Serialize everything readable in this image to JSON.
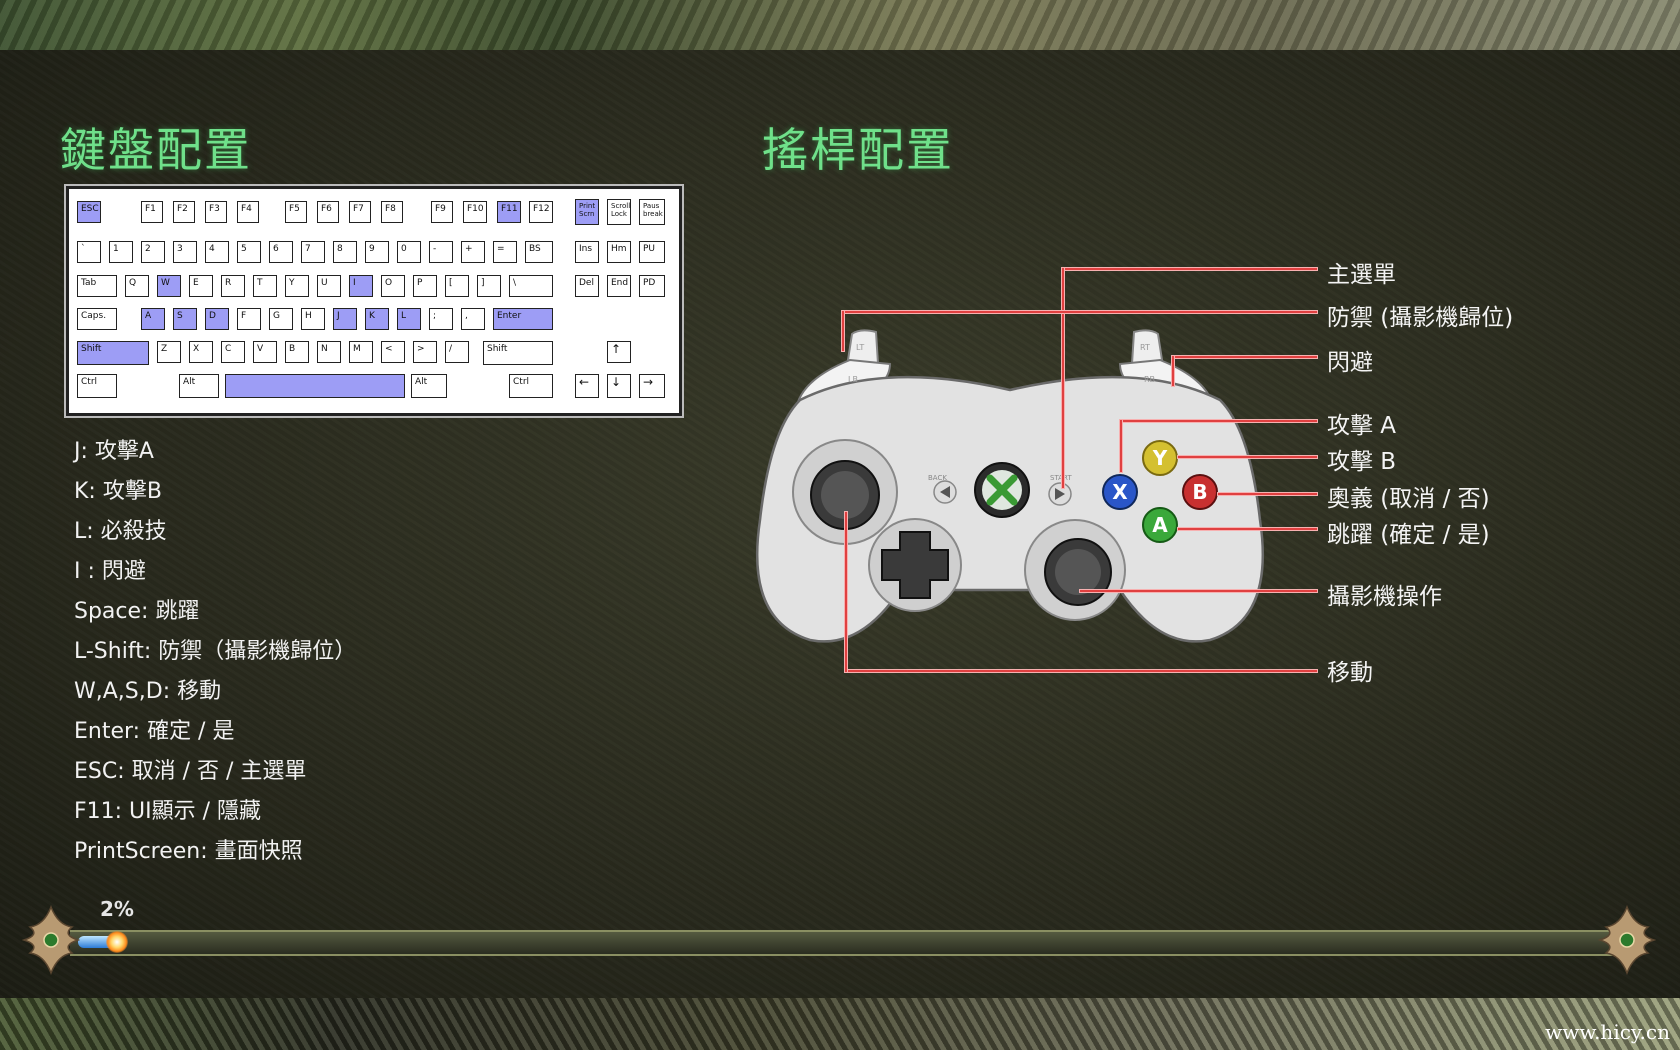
{
  "titles": {
    "keyboard": "鍵盤配置",
    "controller": "搖桿配置"
  },
  "keyboard_keys": {
    "esc": "ESC",
    "f1": "F1",
    "f2": "F2",
    "f3": "F3",
    "f4": "F4",
    "f5": "F5",
    "f6": "F6",
    "f7": "F7",
    "f8": "F8",
    "f9": "F9",
    "f10": "F10",
    "f11": "F11",
    "f12": "F12",
    "print": "Print Scrn",
    "scroll": "Scroll Lock",
    "pause": "Paus break",
    "grave": "`",
    "n1": "1",
    "n2": "2",
    "n3": "3",
    "n4": "4",
    "n5": "5",
    "n6": "6",
    "n7": "7",
    "n8": "8",
    "n9": "9",
    "n0": "0",
    "minus": "-",
    "plus": "+",
    "equal": "=",
    "bs": "BS",
    "ins": "Ins",
    "hm": "Hm",
    "pu": "PU",
    "tab": "Tab",
    "q": "Q",
    "w": "W",
    "e": "E",
    "r": "R",
    "t": "T",
    "y": "Y",
    "u": "U",
    "i": "I",
    "o": "O",
    "p": "P",
    "lbr": "[",
    "rbr": "]",
    "bsl": "\\",
    "del": "Del",
    "end": "End",
    "pd": "PD",
    "caps": "Caps.",
    "a": "A",
    "s": "S",
    "d": "D",
    "f": "F",
    "g": "G",
    "h": "H",
    "j": "J",
    "k": "K",
    "l": "L",
    "semi": ";",
    "comma": ",",
    "enter": "Enter",
    "lshift": "Shift",
    "z": "Z",
    "x": "X",
    "c": "C",
    "v": "V",
    "b": "B",
    "n": "N",
    "m": "M",
    "lt": "<",
    "gt": ">",
    "slash": "/",
    "rshift": "Shift",
    "up": "↑",
    "lctrl": "Ctrl",
    "lalt": "Alt",
    "ralt": "Alt",
    "rctrl": "Ctrl",
    "left": "←",
    "down": "↓",
    "right": "→"
  },
  "keyboard_bindings": [
    "J: 攻擊A",
    "K: 攻擊B",
    "L: 必殺技",
    "I : 閃避",
    "Space: 跳躍",
    "L-Shift: 防禦（攝影機歸位）",
    "W,A,S,D: 移動",
    "Enter: 確定 / 是",
    "ESC: 取消 / 否 / 主選單",
    "F11: UI顯示 / 隱藏",
    "PrintScreen: 畫面快照"
  ],
  "controller": {
    "labels": {
      "main_menu": "主選單",
      "guard": "防禦 (攝影機歸位)",
      "dodge": "閃避",
      "attack_a": "攻擊 A",
      "attack_b": "攻擊 B",
      "special": "奧義 (取消 / 否)",
      "jump": "跳躍 (確定 / 是)",
      "camera": "攝影機操作",
      "move": "移動"
    },
    "buttons": {
      "y": "Y",
      "x": "X",
      "b": "B",
      "a": "A",
      "lt": "LT",
      "lb": "LB",
      "rt": "RT",
      "rb": "RB",
      "back": "BACK",
      "start": "START"
    },
    "face_colors": {
      "y": "#d4c030",
      "x": "#2a56c8",
      "b": "#c83030",
      "a": "#3aa83a"
    }
  },
  "progress": {
    "percent_text": "2%",
    "fraction": 0.02
  },
  "watermark": "www.hicy.cn"
}
